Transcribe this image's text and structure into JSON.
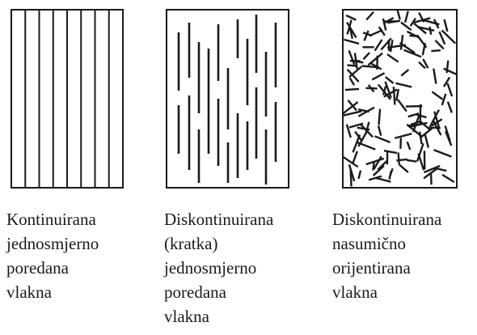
{
  "panels": [
    {
      "caption_lines": [
        "Kontinuirana",
        "jednosmjerno",
        "poredana",
        "vlakna"
      ]
    },
    {
      "caption_lines": [
        "Diskontinuirana",
        "(kratka)",
        "jednosmjerno",
        "poredana",
        "vlakna"
      ]
    },
    {
      "caption_lines": [
        "Diskontinuirana",
        "nasumično",
        "orijentirana",
        "vlakna"
      ]
    }
  ],
  "colors": {
    "frame": "#1a1a1a",
    "fiber": "#1a1a1a",
    "background": "#ffffff"
  }
}
